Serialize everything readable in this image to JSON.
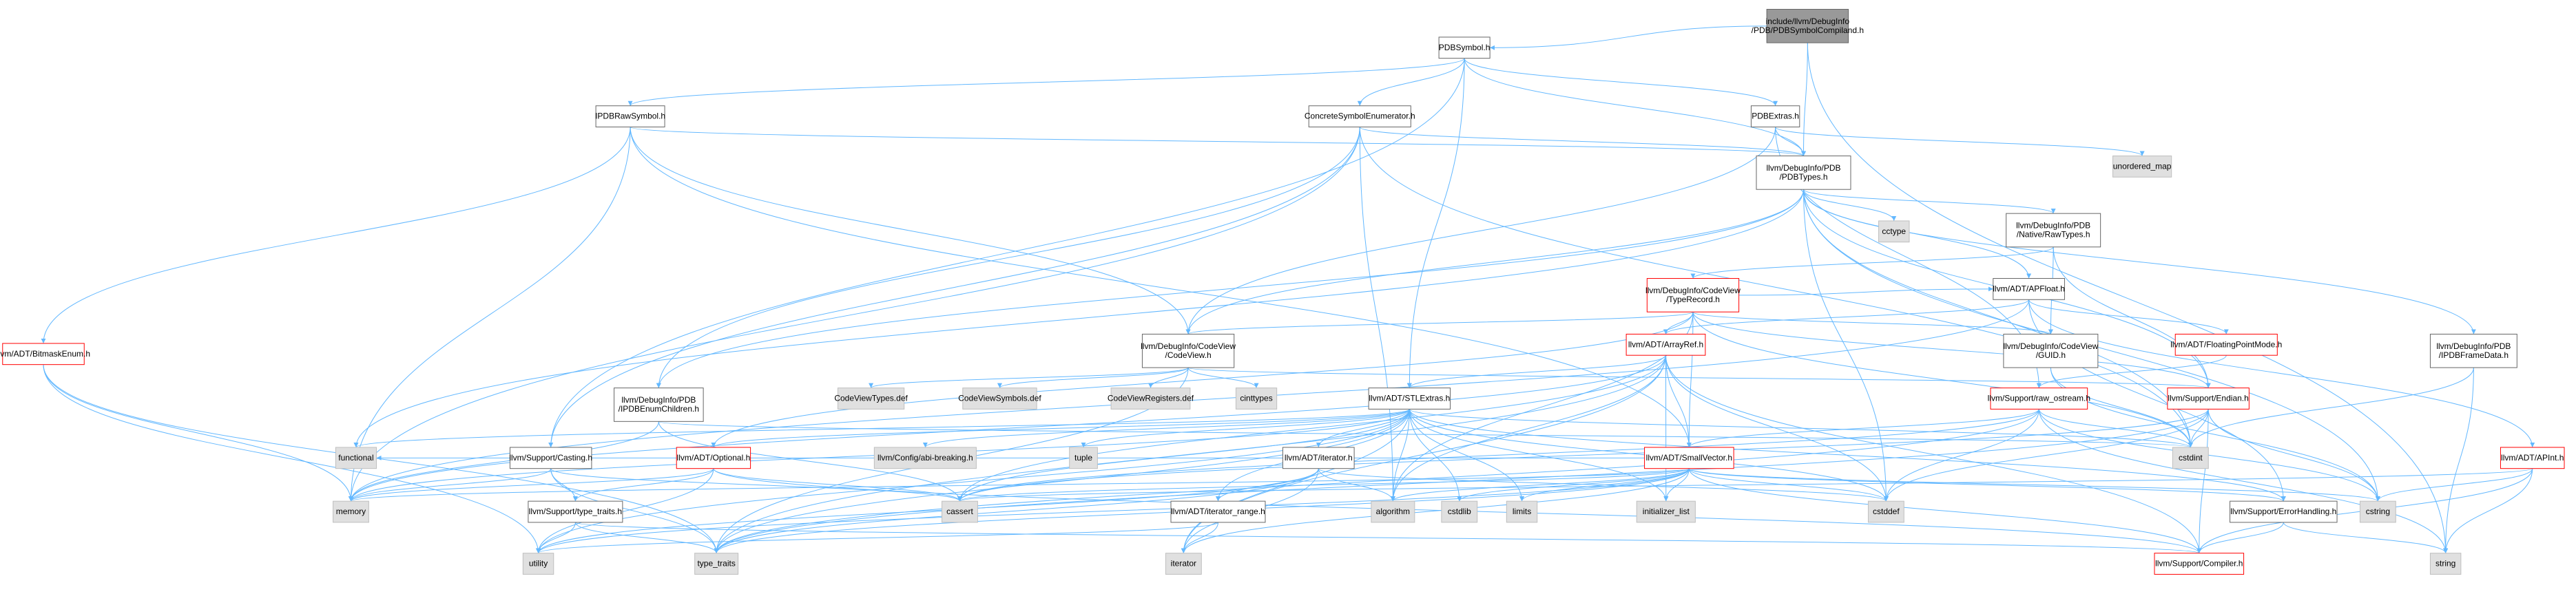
{
  "graph": {
    "type": "include-dependency-graph",
    "colors": {
      "root_fill": "#999999",
      "node_fill": "#ffffff",
      "external_fill": "#e0e0e0",
      "border_default": "#666666",
      "border_truncated": "#ff0000",
      "edge": "#63B8FF"
    },
    "nodes": [
      {
        "id": "root",
        "lines": [
          "include/llvm/DebugInfo",
          "/PDB/PDBSymbolCompiland.h"
        ],
        "kind": "root"
      },
      {
        "id": "pdbsymbol",
        "lines": [
          "PDBSymbol.h"
        ],
        "kind": "normal"
      },
      {
        "id": "ipdbraw",
        "lines": [
          "IPDBRawSymbol.h"
        ],
        "kind": "normal"
      },
      {
        "id": "concreteenum",
        "lines": [
          "ConcreteSymbolEnumerator.h"
        ],
        "kind": "normal"
      },
      {
        "id": "pdbextras",
        "lines": [
          "PDBExtras.h"
        ],
        "kind": "normal"
      },
      {
        "id": "unordered_map",
        "lines": [
          "unordered_map"
        ],
        "kind": "external"
      },
      {
        "id": "pdbtypes",
        "lines": [
          "llvm/DebugInfo/PDB",
          "/PDBTypes.h"
        ],
        "kind": "normal"
      },
      {
        "id": "bitmaskenum",
        "lines": [
          "llvm/ADT/BitmaskEnum.h"
        ],
        "kind": "truncated"
      },
      {
        "id": "cctype",
        "lines": [
          "cctype"
        ],
        "kind": "external"
      },
      {
        "id": "rawtypes",
        "lines": [
          "llvm/DebugInfo/PDB",
          "/Native/RawTypes.h"
        ],
        "kind": "normal"
      },
      {
        "id": "typerecord",
        "lines": [
          "llvm/DebugInfo/CodeView",
          "/TypeRecord.h"
        ],
        "kind": "truncated"
      },
      {
        "id": "apfloat",
        "lines": [
          "llvm/ADT/APFloat.h"
        ],
        "kind": "normal"
      },
      {
        "id": "codeview",
        "lines": [
          "llvm/DebugInfo/CodeView",
          "/CodeView.h"
        ],
        "kind": "normal"
      },
      {
        "id": "arrayref",
        "lines": [
          "llvm/ADT/ArrayRef.h"
        ],
        "kind": "truncated"
      },
      {
        "id": "guid",
        "lines": [
          "llvm/DebugInfo/CodeView",
          "/GUID.h"
        ],
        "kind": "normal"
      },
      {
        "id": "fpmode",
        "lines": [
          "llvm/ADT/FloatingPointMode.h"
        ],
        "kind": "truncated"
      },
      {
        "id": "framedata",
        "lines": [
          "llvm/DebugInfo/PDB",
          "/IPDBFrameData.h"
        ],
        "kind": "normal"
      },
      {
        "id": "enumchildren",
        "lines": [
          "llvm/DebugInfo/PDB",
          "/IPDBEnumChildren.h"
        ],
        "kind": "normal"
      },
      {
        "id": "cvtypesdef",
        "lines": [
          "CodeViewTypes.def"
        ],
        "kind": "external"
      },
      {
        "id": "cvsymdef",
        "lines": [
          "CodeViewSymbols.def"
        ],
        "kind": "external"
      },
      {
        "id": "cvregdef",
        "lines": [
          "CodeViewRegisters.def"
        ],
        "kind": "external"
      },
      {
        "id": "cinttypes",
        "lines": [
          "cinttypes"
        ],
        "kind": "external"
      },
      {
        "id": "stlextras",
        "lines": [
          "llvm/ADT/STLExtras.h"
        ],
        "kind": "normal"
      },
      {
        "id": "rawostream",
        "lines": [
          "llvm/Support/raw_ostream.h"
        ],
        "kind": "truncated"
      },
      {
        "id": "endian",
        "lines": [
          "llvm/Support/Endian.h"
        ],
        "kind": "truncated"
      },
      {
        "id": "functional",
        "lines": [
          "functional"
        ],
        "kind": "external"
      },
      {
        "id": "casting",
        "lines": [
          "llvm/Support/Casting.h"
        ],
        "kind": "normal"
      },
      {
        "id": "optional",
        "lines": [
          "llvm/ADT/Optional.h"
        ],
        "kind": "truncated"
      },
      {
        "id": "abibreaking",
        "lines": [
          "llvm/Config/abi-breaking.h"
        ],
        "kind": "external"
      },
      {
        "id": "tuple",
        "lines": [
          "tuple"
        ],
        "kind": "external"
      },
      {
        "id": "iteratorh",
        "lines": [
          "llvm/ADT/iterator.h"
        ],
        "kind": "normal"
      },
      {
        "id": "smallvector",
        "lines": [
          "llvm/ADT/SmallVector.h"
        ],
        "kind": "truncated"
      },
      {
        "id": "cstdint",
        "lines": [
          "cstdint"
        ],
        "kind": "external"
      },
      {
        "id": "apint",
        "lines": [
          "llvm/ADT/APInt.h"
        ],
        "kind": "truncated"
      },
      {
        "id": "memory",
        "lines": [
          "memory"
        ],
        "kind": "external"
      },
      {
        "id": "typetraits_llvm",
        "lines": [
          "llvm/Support/type_traits.h"
        ],
        "kind": "normal"
      },
      {
        "id": "cassert",
        "lines": [
          "cassert"
        ],
        "kind": "external"
      },
      {
        "id": "iterrange",
        "lines": [
          "llvm/ADT/iterator_range.h"
        ],
        "kind": "normal"
      },
      {
        "id": "algorithm",
        "lines": [
          "algorithm"
        ],
        "kind": "external"
      },
      {
        "id": "cstdlib",
        "lines": [
          "cstdlib"
        ],
        "kind": "external"
      },
      {
        "id": "limits",
        "lines": [
          "limits"
        ],
        "kind": "external"
      },
      {
        "id": "initlist",
        "lines": [
          "initializer_list"
        ],
        "kind": "external"
      },
      {
        "id": "cstddef",
        "lines": [
          "cstddef"
        ],
        "kind": "external"
      },
      {
        "id": "errorhandling",
        "lines": [
          "llvm/Support/ErrorHandling.h"
        ],
        "kind": "normal"
      },
      {
        "id": "cstring",
        "lines": [
          "cstring"
        ],
        "kind": "external"
      },
      {
        "id": "utility",
        "lines": [
          "utility"
        ],
        "kind": "external"
      },
      {
        "id": "type_traits",
        "lines": [
          "type_traits"
        ],
        "kind": "external"
      },
      {
        "id": "iterator",
        "lines": [
          "iterator"
        ],
        "kind": "external"
      },
      {
        "id": "compiler",
        "lines": [
          "llvm/Support/Compiler.h"
        ],
        "kind": "truncated"
      },
      {
        "id": "string",
        "lines": [
          "string"
        ],
        "kind": "external"
      }
    ],
    "edges": [
      [
        "root",
        "pdbsymbol"
      ],
      [
        "root",
        "pdbtypes"
      ],
      [
        "root",
        "string"
      ],
      [
        "pdbsymbol",
        "ipdbraw"
      ],
      [
        "pdbsymbol",
        "concreteenum"
      ],
      [
        "pdbsymbol",
        "pdbextras"
      ],
      [
        "pdbsymbol",
        "pdbtypes"
      ],
      [
        "pdbsymbol",
        "stlextras"
      ],
      [
        "pdbsymbol",
        "casting"
      ],
      [
        "ipdbraw",
        "bitmaskenum"
      ],
      [
        "ipdbraw",
        "pdbtypes"
      ],
      [
        "ipdbraw",
        "codeview"
      ],
      [
        "ipdbraw",
        "smallvector"
      ],
      [
        "ipdbraw",
        "memory"
      ],
      [
        "concreteenum",
        "enumchildren"
      ],
      [
        "concreteenum",
        "pdbtypes"
      ],
      [
        "concreteenum",
        "casting"
      ],
      [
        "concreteenum",
        "algorithm"
      ],
      [
        "concreteenum",
        "cstdint"
      ],
      [
        "concreteenum",
        "memory"
      ],
      [
        "pdbextras",
        "pdbtypes"
      ],
      [
        "pdbextras",
        "codeview"
      ],
      [
        "pdbextras",
        "unordered_map"
      ],
      [
        "pdbextras",
        "rawostream"
      ],
      [
        "pdbtypes",
        "rawtypes"
      ],
      [
        "pdbtypes",
        "apfloat"
      ],
      [
        "pdbtypes",
        "codeview"
      ],
      [
        "pdbtypes",
        "enumchildren"
      ],
      [
        "pdbtypes",
        "framedata"
      ],
      [
        "pdbtypes",
        "endian"
      ],
      [
        "pdbtypes",
        "cctype"
      ],
      [
        "pdbtypes",
        "cstddef"
      ],
      [
        "pdbtypes",
        "cstdint"
      ],
      [
        "pdbtypes",
        "cstring"
      ],
      [
        "pdbtypes",
        "functional"
      ],
      [
        "rawtypes",
        "typerecord"
      ],
      [
        "rawtypes",
        "guid"
      ],
      [
        "rawtypes",
        "endian"
      ],
      [
        "typerecord",
        "apfloat"
      ],
      [
        "typerecord",
        "arrayref"
      ],
      [
        "typerecord",
        "codeview"
      ],
      [
        "typerecord",
        "guid"
      ],
      [
        "typerecord",
        "optional"
      ],
      [
        "typerecord",
        "endian"
      ],
      [
        "typerecord",
        "smallvector"
      ],
      [
        "typerecord",
        "algorithm"
      ],
      [
        "typerecord",
        "cstdint"
      ],
      [
        "typerecord",
        "vector_placeholder"
      ],
      [
        "apfloat",
        "apint"
      ],
      [
        "apfloat",
        "arrayref"
      ],
      [
        "apfloat",
        "fpmode"
      ],
      [
        "apfloat",
        "errorhandling"
      ],
      [
        "apfloat",
        "memory"
      ],
      [
        "codeview",
        "cvtypesdef"
      ],
      [
        "codeview",
        "cvsymdef"
      ],
      [
        "codeview",
        "cvregdef"
      ],
      [
        "codeview",
        "cinttypes"
      ],
      [
        "codeview",
        "type_traits"
      ],
      [
        "codeview",
        "endian"
      ],
      [
        "arrayref",
        "stlextras"
      ],
      [
        "arrayref",
        "smallvector"
      ],
      [
        "arrayref",
        "compiler"
      ],
      [
        "arrayref",
        "algorithm"
      ],
      [
        "arrayref",
        "cassert"
      ],
      [
        "arrayref",
        "cstddef"
      ],
      [
        "arrayref",
        "initlist"
      ],
      [
        "arrayref",
        "iterator"
      ],
      [
        "arrayref",
        "memory"
      ],
      [
        "arrayref",
        "type_traits"
      ],
      [
        "guid",
        "cstdint"
      ],
      [
        "guid",
        "cstring"
      ],
      [
        "fpmode",
        "rawostream"
      ],
      [
        "framedata",
        "cstdint"
      ],
      [
        "framedata",
        "string"
      ],
      [
        "enumchildren",
        "cassert"
      ],
      [
        "enumchildren",
        "cstdint"
      ],
      [
        "enumchildren",
        "memory"
      ],
      [
        "stlextras",
        "iteratorh"
      ],
      [
        "stlextras",
        "iterrange"
      ],
      [
        "stlextras",
        "optional"
      ],
      [
        "stlextras",
        "errorhandling"
      ],
      [
        "stlextras",
        "abibreaking"
      ],
      [
        "stlextras",
        "algorithm"
      ],
      [
        "stlextras",
        "cassert"
      ],
      [
        "stlextras",
        "cstddef"
      ],
      [
        "stlextras",
        "cstdint"
      ],
      [
        "stlextras",
        "cstdlib"
      ],
      [
        "stlextras",
        "functional"
      ],
      [
        "stlextras",
        "initlist"
      ],
      [
        "stlextras",
        "iterator"
      ],
      [
        "stlextras",
        "limits"
      ],
      [
        "stlextras",
        "memory"
      ],
      [
        "stlextras",
        "tuple"
      ],
      [
        "stlextras",
        "type_traits"
      ],
      [
        "stlextras",
        "utility"
      ],
      [
        "rawostream",
        "smallvector"
      ],
      [
        "rawostream",
        "cassert"
      ],
      [
        "rawostream",
        "cstddef"
      ],
      [
        "rawostream",
        "cstdint"
      ],
      [
        "rawostream",
        "cstring"
      ],
      [
        "rawostream",
        "string"
      ],
      [
        "rawostream",
        "type_traits"
      ],
      [
        "endian",
        "compiler"
      ],
      [
        "endian",
        "cassert"
      ],
      [
        "endian",
        "cstddef"
      ],
      [
        "endian",
        "cstdint"
      ],
      [
        "endian",
        "cstring"
      ],
      [
        "endian",
        "type_traits"
      ],
      [
        "casting",
        "typetraits_llvm"
      ],
      [
        "casting",
        "cassert"
      ],
      [
        "casting",
        "memory"
      ],
      [
        "casting",
        "type_traits"
      ],
      [
        "optional",
        "typetraits_llvm"
      ],
      [
        "optional",
        "compiler"
      ],
      [
        "optional",
        "cassert"
      ],
      [
        "optional",
        "memory"
      ],
      [
        "optional",
        "utility"
      ],
      [
        "iteratorh",
        "iterrange"
      ],
      [
        "iteratorh",
        "algorithm"
      ],
      [
        "iteratorh",
        "cstddef"
      ],
      [
        "iteratorh",
        "iterator"
      ],
      [
        "iteratorh",
        "type_traits"
      ],
      [
        "iteratorh",
        "utility"
      ],
      [
        "smallvector",
        "compiler"
      ],
      [
        "smallvector",
        "errorhandling"
      ],
      [
        "smallvector",
        "type_traits_placeholder"
      ],
      [
        "smallvector",
        "algorithm"
      ],
      [
        "smallvector",
        "cassert"
      ],
      [
        "smallvector",
        "cstddef"
      ],
      [
        "smallvector",
        "cstdlib"
      ],
      [
        "smallvector",
        "cstring"
      ],
      [
        "smallvector",
        "functional"
      ],
      [
        "smallvector",
        "initlist"
      ],
      [
        "smallvector",
        "iterator"
      ],
      [
        "smallvector",
        "limits"
      ],
      [
        "smallvector",
        "memory"
      ],
      [
        "smallvector",
        "type_traits"
      ],
      [
        "smallvector",
        "utility"
      ],
      [
        "apint",
        "compiler"
      ],
      [
        "apint",
        "cassert"
      ],
      [
        "apint",
        "cstring"
      ],
      [
        "apint",
        "string"
      ],
      [
        "typetraits_llvm",
        "compiler"
      ],
      [
        "typetraits_llvm",
        "type_traits"
      ],
      [
        "typetraits_llvm",
        "utility"
      ],
      [
        "iterrange",
        "iterator"
      ],
      [
        "iterrange",
        "utility"
      ],
      [
        "errorhandling",
        "compiler"
      ],
      [
        "errorhandling",
        "string"
      ],
      [
        "bitmaskenum",
        "memory"
      ],
      [
        "bitmaskenum",
        "type_traits"
      ],
      [
        "bitmaskenum",
        "utility"
      ]
    ]
  }
}
